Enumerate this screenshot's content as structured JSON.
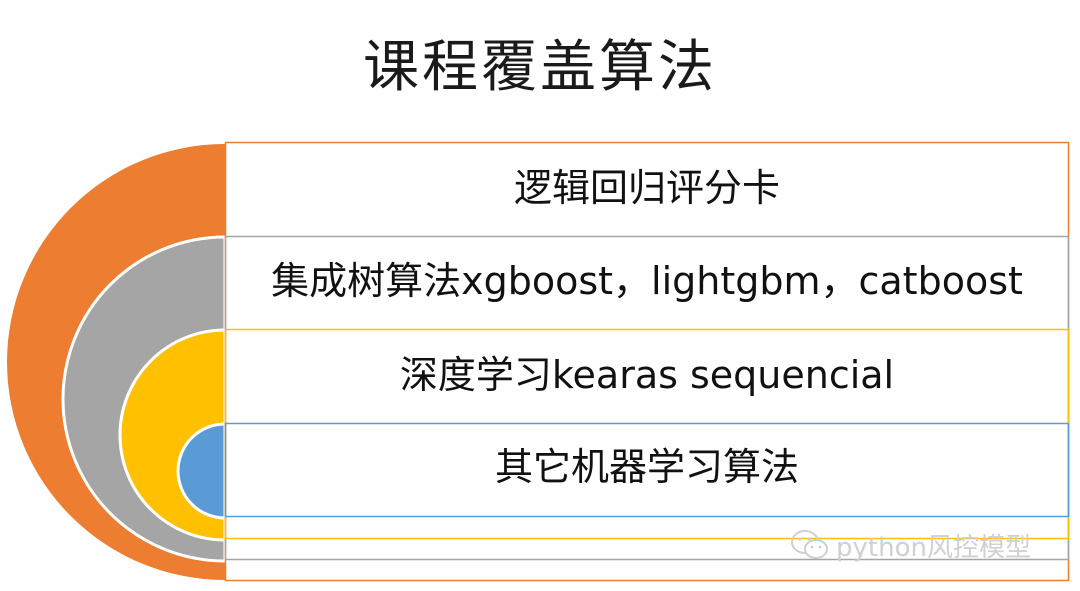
{
  "title": "课程覆盖算法",
  "colors": {
    "orange": "#ED7D31",
    "gray": "#A5A5A5",
    "yellow": "#FFC000",
    "blue": "#5B9BD5"
  },
  "layers": [
    {
      "label": "逻辑回归评分卡",
      "color": "#ED7D31"
    },
    {
      "label": "集成树算法xgboost，lightgbm，catboost",
      "color": "#A5A5A5"
    },
    {
      "label": "深度学习kearas sequencial",
      "color": "#FFC000"
    },
    {
      "label": "其它机器学习算法",
      "color": "#5B9BD5"
    }
  ],
  "watermark": {
    "text": "python风控模型",
    "icon": "wechat-icon"
  }
}
